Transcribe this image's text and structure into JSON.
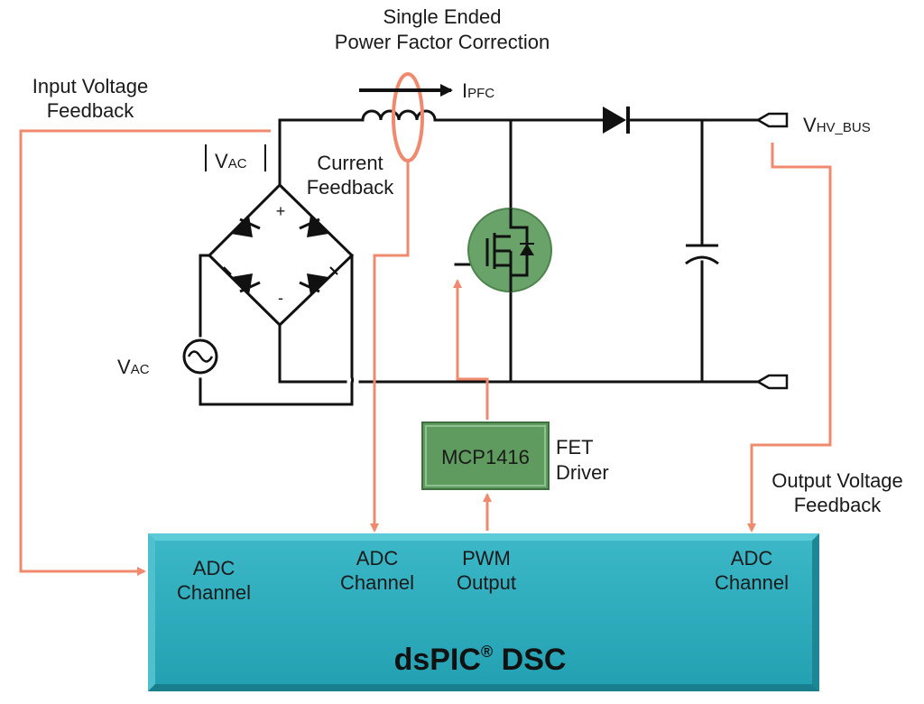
{
  "title": [
    "Single Ended",
    "Power Factor Correction"
  ],
  "labels": {
    "input_voltage_feedback": [
      "Input Voltage",
      "Feedback"
    ],
    "current_feedback": [
      "Current",
      "Feedback"
    ],
    "output_voltage_feedback": [
      "Output Voltage",
      "Feedback"
    ],
    "ipfc_main": "I",
    "ipfc_sub": "PFC",
    "vac_abs_main": "V",
    "vac_abs_sub": "AC",
    "vac_main": "V",
    "vac_sub": "AC",
    "vbus_main": "V",
    "vbus_sub": "HV_BUS",
    "bridge_plus": "+",
    "bridge_minus": "-",
    "fet_driver": [
      "FET",
      "Driver"
    ]
  },
  "driver": {
    "name": "MCP1416"
  },
  "dsc": {
    "name": "dsPIC",
    "reg": "®",
    "suffix": " DSC",
    "ports": {
      "adc1": [
        "ADC",
        "Channel"
      ],
      "adc2": [
        "ADC",
        "Channel"
      ],
      "pwm": [
        "PWM",
        "Output"
      ],
      "adc3": [
        "ADC",
        "Channel"
      ]
    }
  },
  "colors": {
    "dsc_fill": "#2aa7b8",
    "driver_fill": "#5f9a5f",
    "feedback_line": "#ef8a6e",
    "mosfet_fill": "#6aa36a"
  },
  "icons": [
    "diode-icon",
    "inductor-icon",
    "capacitor-icon",
    "mosfet-icon",
    "ac-source-icon",
    "bridge-rectifier-icon"
  ]
}
